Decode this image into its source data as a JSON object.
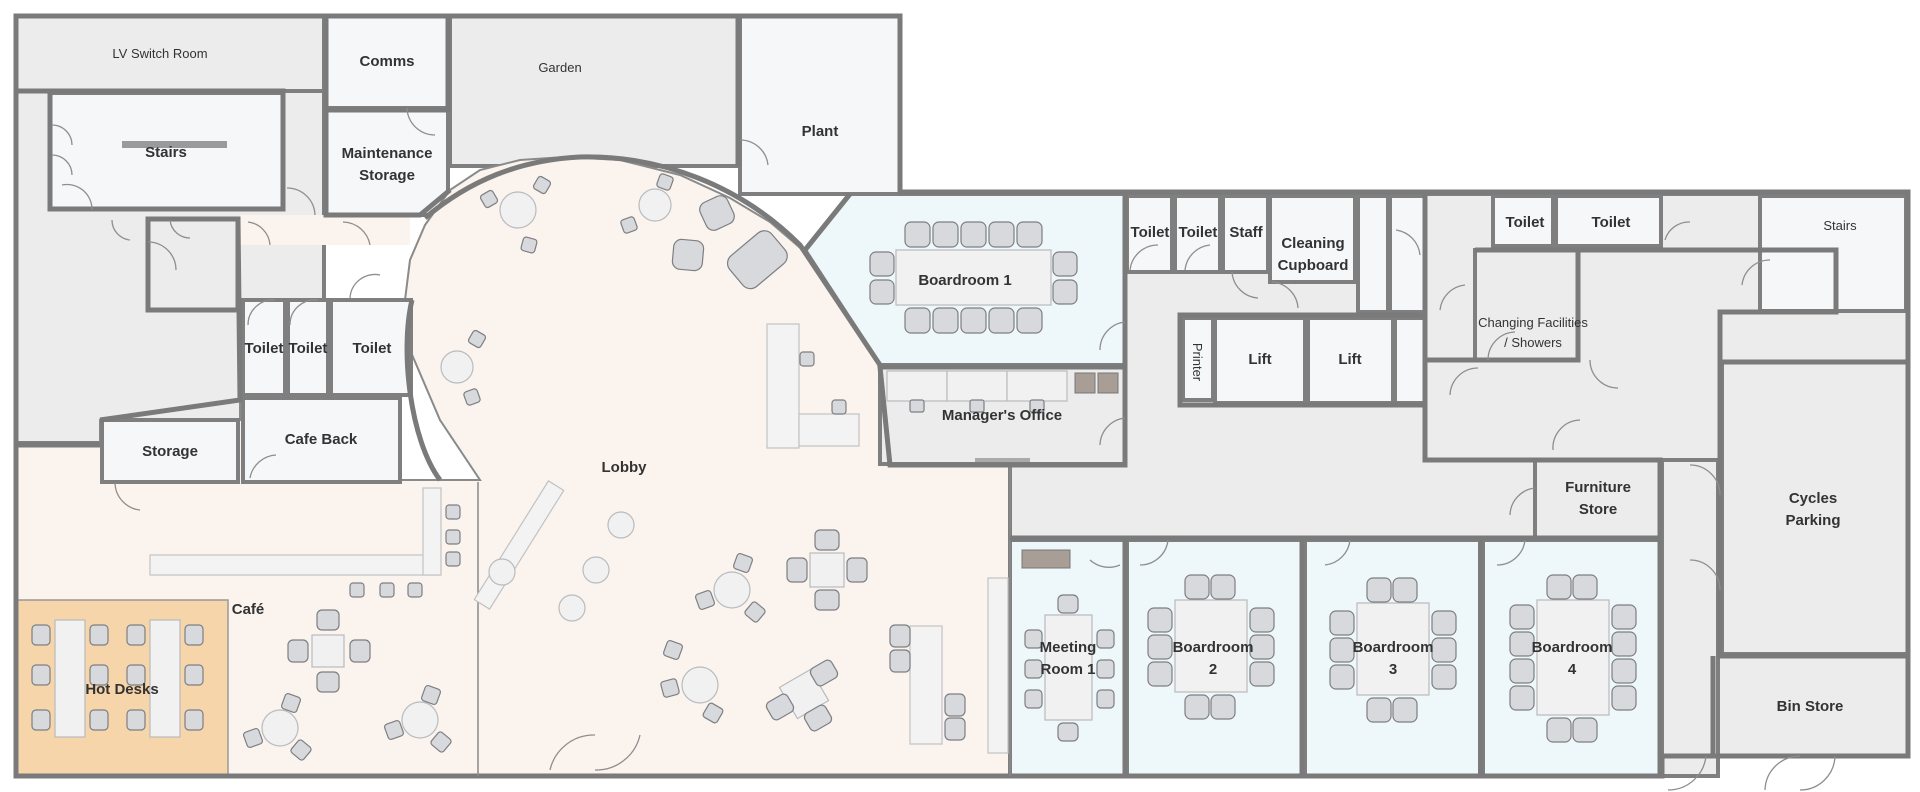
{
  "diagram": {
    "labels": {
      "lv_switch_room": "LV Switch Room",
      "comms": "Comms",
      "garden": "Garden",
      "plant": "Plant",
      "stairs_left": "Stairs",
      "maintenance_l1": "Maintenance",
      "maintenance_l2": "Storage",
      "toilet_a": "Toilet",
      "toilet_b": "Toilet",
      "toilet_c": "Toilet",
      "storage": "Storage",
      "cafe_back": "Cafe Back",
      "lobby": "Lobby",
      "cafe": "Café",
      "hot_desks": "Hot Desks",
      "boardroom_1": "Boardroom 1",
      "managers_office": "Manager's Office",
      "toilet_d": "Toilet",
      "toilet_e": "Toilet",
      "staff": "Staff",
      "cleaning_l1": "Cleaning",
      "cleaning_l2": "Cupboard",
      "printer": "Printer",
      "lift_1": "Lift",
      "lift_2": "Lift",
      "toilet_f": "Toilet",
      "toilet_g": "Toilet",
      "stairs_right": "Stairs",
      "changing_l1": "Changing Facilities",
      "changing_l2": "/ Showers",
      "furniture_l1": "Furniture",
      "furniture_l2": "Store",
      "cycles_l1": "Cycles",
      "cycles_l2": "Parking",
      "meeting_l1": "Meeting",
      "meeting_l2": "Room 1",
      "boardroom_2_l1": "Boardroom",
      "boardroom_2_l2": "2",
      "boardroom_3_l1": "Boardroom",
      "boardroom_3_l2": "3",
      "boardroom_4_l1": "Boardroom",
      "boardroom_4_l2": "4",
      "bin_store": "Bin Store"
    },
    "colors": {
      "lobby_fill": "#fbf3ee",
      "hot_desk_fill": "#f5d5a9",
      "meeting_fill": "#eef7f9",
      "utility_fill": "#ececec",
      "wall": "#7a7a7a"
    }
  }
}
